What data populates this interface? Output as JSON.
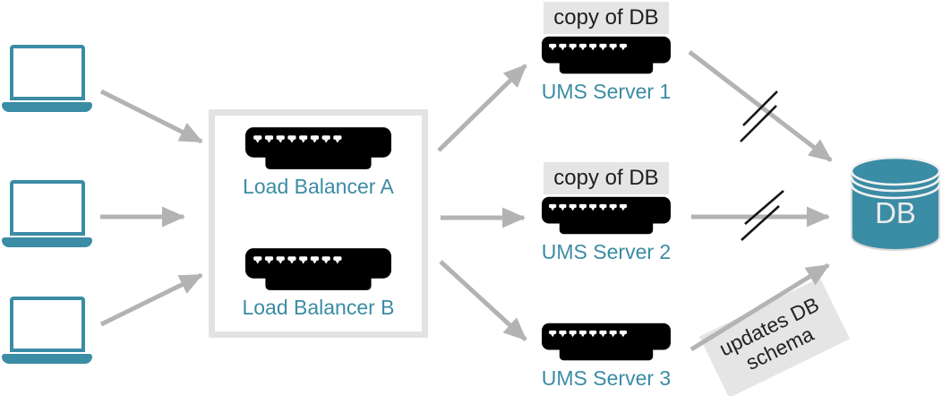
{
  "colors": {
    "teal": "#3B8CA5",
    "yellow": "#F9C637",
    "arrow": "#B3B3B3",
    "slash": "#161616",
    "label-bg": "#E5E5E5",
    "box-border": "#E3E3E3",
    "text-dark": "#1F1F1F",
    "db-text": "#ECECEC"
  },
  "clients": {
    "count": 3,
    "icon": "laptop-icon"
  },
  "load_balancers": {
    "icon": "server-icon",
    "items": [
      {
        "label": "Load Balancer A"
      },
      {
        "label": "Load Balancer B"
      }
    ]
  },
  "ums_servers": [
    {
      "label": "UMS Server 1",
      "badge": "copy of DB"
    },
    {
      "label": "UMS Server 2",
      "badge": "copy of DB"
    },
    {
      "label": "UMS Server 3",
      "badge": null
    }
  ],
  "database": {
    "label": "DB",
    "icon": "database-cylinder-icon"
  },
  "annotations": {
    "ums3_to_db_line1": "updates DB",
    "ums3_to_db_line2": "schema",
    "broken_connection_marks": "double-slash on UMS Server 1 and UMS Server 2 links to DB"
  }
}
